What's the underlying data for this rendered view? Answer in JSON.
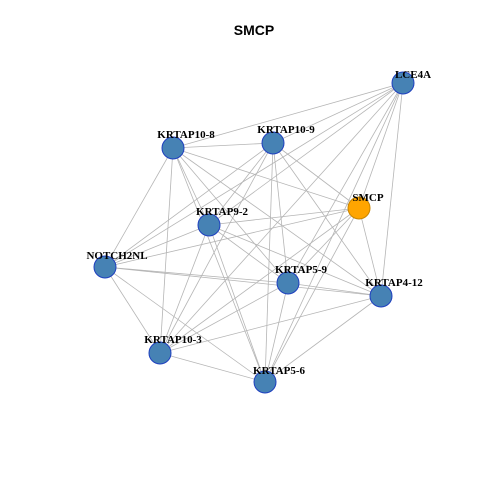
{
  "title": "SMCP",
  "colors": {
    "hub_fill": "#FFA500",
    "hub_stroke": "#C88500",
    "node_fill": "#4682B4",
    "node_stroke": "#1E3FBF",
    "edge": "#B5B5B5"
  },
  "nodes": [
    {
      "id": "LCE4A",
      "label": "LCE4A",
      "hub": false
    },
    {
      "id": "KRTAP10-8",
      "label": "KRTAP10-8",
      "hub": false
    },
    {
      "id": "KRTAP10-9",
      "label": "KRTAP10-9",
      "hub": false
    },
    {
      "id": "SMCP",
      "label": "SMCP",
      "hub": true
    },
    {
      "id": "KRTAP9-2",
      "label": "KRTAP9-2",
      "hub": false
    },
    {
      "id": "NOTCH2NL",
      "label": "NOTCH2NL",
      "hub": false
    },
    {
      "id": "KRTAP5-9",
      "label": "KRTAP5-9",
      "hub": false
    },
    {
      "id": "KRTAP4-12",
      "label": "KRTAP4-12",
      "hub": false
    },
    {
      "id": "KRTAP10-3",
      "label": "KRTAP10-3",
      "hub": false
    },
    {
      "id": "KRTAP5-6",
      "label": "KRTAP5-6",
      "hub": false
    }
  ],
  "edges": [
    [
      "LCE4A",
      "KRTAP10-8"
    ],
    [
      "LCE4A",
      "KRTAP10-9"
    ],
    [
      "LCE4A",
      "SMCP"
    ],
    [
      "LCE4A",
      "KRTAP9-2"
    ],
    [
      "LCE4A",
      "NOTCH2NL"
    ],
    [
      "LCE4A",
      "KRTAP5-9"
    ],
    [
      "LCE4A",
      "KRTAP4-12"
    ],
    [
      "LCE4A",
      "KRTAP10-3"
    ],
    [
      "LCE4A",
      "KRTAP5-6"
    ],
    [
      "KRTAP10-8",
      "KRTAP10-9"
    ],
    [
      "KRTAP10-8",
      "SMCP"
    ],
    [
      "KRTAP10-8",
      "KRTAP9-2"
    ],
    [
      "KRTAP10-8",
      "NOTCH2NL"
    ],
    [
      "KRTAP10-8",
      "KRTAP5-9"
    ],
    [
      "KRTAP10-8",
      "KRTAP4-12"
    ],
    [
      "KRTAP10-8",
      "KRTAP10-3"
    ],
    [
      "KRTAP10-8",
      "KRTAP5-6"
    ],
    [
      "KRTAP10-9",
      "SMCP"
    ],
    [
      "KRTAP10-9",
      "KRTAP9-2"
    ],
    [
      "KRTAP10-9",
      "NOTCH2NL"
    ],
    [
      "KRTAP10-9",
      "KRTAP5-9"
    ],
    [
      "KRTAP10-9",
      "KRTAP4-12"
    ],
    [
      "KRTAP10-9",
      "KRTAP10-3"
    ],
    [
      "KRTAP10-9",
      "KRTAP5-6"
    ],
    [
      "SMCP",
      "KRTAP9-2"
    ],
    [
      "SMCP",
      "NOTCH2NL"
    ],
    [
      "SMCP",
      "KRTAP5-9"
    ],
    [
      "SMCP",
      "KRTAP4-12"
    ],
    [
      "SMCP",
      "KRTAP10-3"
    ],
    [
      "SMCP",
      "KRTAP5-6"
    ],
    [
      "KRTAP9-2",
      "NOTCH2NL"
    ],
    [
      "KRTAP9-2",
      "KRTAP5-9"
    ],
    [
      "KRTAP9-2",
      "KRTAP4-12"
    ],
    [
      "KRTAP9-2",
      "KRTAP10-3"
    ],
    [
      "KRTAP9-2",
      "KRTAP5-6"
    ],
    [
      "NOTCH2NL",
      "KRTAP5-9"
    ],
    [
      "NOTCH2NL",
      "KRTAP4-12"
    ],
    [
      "NOTCH2NL",
      "KRTAP10-3"
    ],
    [
      "NOTCH2NL",
      "KRTAP5-6"
    ],
    [
      "KRTAP5-9",
      "KRTAP4-12"
    ],
    [
      "KRTAP5-9",
      "KRTAP10-3"
    ],
    [
      "KRTAP5-9",
      "KRTAP5-6"
    ],
    [
      "KRTAP4-12",
      "KRTAP10-3"
    ],
    [
      "KRTAP4-12",
      "KRTAP5-6"
    ],
    [
      "KRTAP10-3",
      "KRTAP5-6"
    ]
  ]
}
